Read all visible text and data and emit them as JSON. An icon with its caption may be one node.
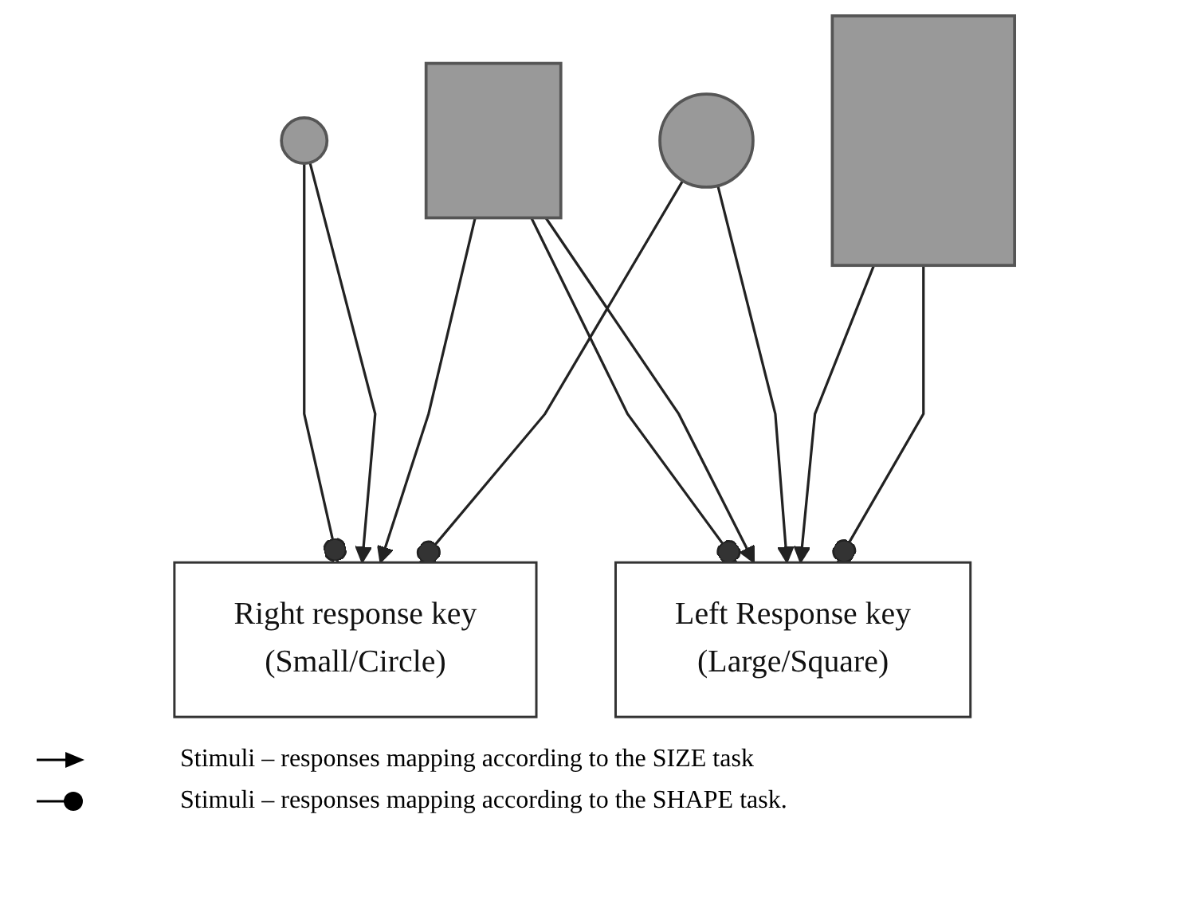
{
  "diagram": {
    "nodes": [
      {
        "text": [],
        "shape": "circle"
      },
      {
        "text": [],
        "shape": "box"
      },
      {
        "text": [],
        "shape": "circle"
      },
      {
        "text": [],
        "shape": "box"
      },
      {
        "text": [
          "Left Response key",
          "(Large/Square)"
        ]
      },
      {
        "text": [
          "Right response key",
          "(Small/Circle)"
        ]
      }
    ],
    "edges": [
      {
        "from": 0,
        "to": 5,
        "arrow": "other"
      },
      {
        "from": 0,
        "to": 5,
        "arrow": "to"
      },
      {
        "from": 1,
        "to": 4,
        "arrow": "other"
      },
      {
        "from": 1,
        "to": 4,
        "arrow": "to"
      },
      {
        "from": 1,
        "to": 5,
        "arrow": "to"
      },
      {
        "from": 2,
        "to": 4,
        "arrow": "to"
      },
      {
        "from": 2,
        "to": 5,
        "arrow": "other"
      },
      {
        "from": 3,
        "to": 4,
        "arrow": "to"
      },
      {
        "from": 3,
        "to": 4,
        "arrow": "other"
      }
    ],
    "legend": [
      {
        "text": "Stimuli – responses mapping according to the SIZE task"
      },
      {
        "text": "Stimuli – responses mapping according to the SHAPE task."
      }
    ]
  }
}
